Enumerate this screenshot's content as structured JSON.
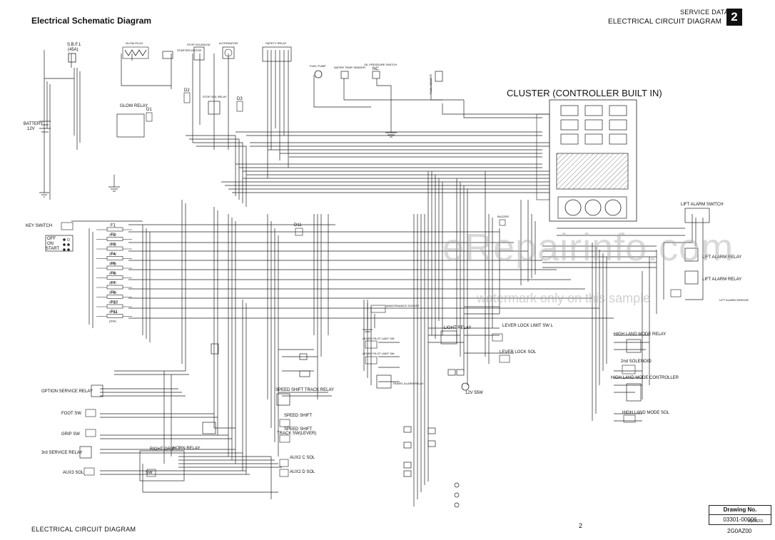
{
  "header": {
    "title": "Electrical Schematic Diagram",
    "service_data": "SERVICE DATA",
    "circuit_diagram": "ELECTRICAL CIRCUIT DIAGRAM",
    "section": "2"
  },
  "footer": {
    "left": "ELECTRICAL CIRCUIT DIAGRAM",
    "page": "2",
    "drawing_label": "Drawing No.",
    "drawing_no": "03301-00006",
    "sub_code": "3Q0AZ01",
    "code": "2G0AZ00"
  },
  "watermark": {
    "main": "eRepairinfo.com",
    "sub": "watermark only on this sample"
  },
  "cluster": {
    "title": "CLUSTER (CONTROLLER BUILT IN)"
  },
  "labels": {
    "sbf": "S.B.F.1",
    "sbf_amp": "(45A)",
    "glow_plug": "GLOW PLUG",
    "starter_motor": "STARTER MOTOR",
    "stop_solenoid": "STOP SOLENOID",
    "alternator": "ALTERNATOR",
    "safety_relay": "SAFETY RELAY",
    "fuel_pump": "FUEL PUMP",
    "water_temp": "WATER TEMP SENDER",
    "oil_pressure": "OIL PRESSURE SWITCH",
    "nc": "NC",
    "fuel_sender": "FUEL SENDER",
    "glow_relay": "GLOW RELAY",
    "stop_sol_relay": "STOP SOL RELAY",
    "d1": "D1",
    "d2": "D2",
    "d3": "D3",
    "d11": "D11",
    "battery": "BATTERY",
    "battery_v": "12V",
    "key_switch": "KEY SWITCH",
    "key_off": "OFF",
    "key_on": "ON",
    "key_start": "START",
    "lift_alarm_switch": "LIFT ALARM SWITCH",
    "lift_alarm_relay_1": "LIFT ALARM RELAY",
    "lift_alarm_relay_2": "LIFT ALARM RELAY",
    "lift_alarm_sensor": "LIFT ALARM SENSOR",
    "buzzer": "BUZZER",
    "maintenance_socket": "MAINTENANCE SOCKET",
    "light_relay": "LIGHT RELAY",
    "lever_lock_limit": "LEVER LOCK LIMIT SW L",
    "lever_lock_sol": "LEVER LOCK SOL",
    "lever_limit_sw1": "LEVER PILOT LIMIT SW",
    "lever_limit_sw2": "LEVER PILOT LIMIT SW",
    "travel_alarm_relay": "TRAVEL ALARM RELAY",
    "boom_light": "12V 55W",
    "high_land_relay": "HIGH LAND MODE  RELAY",
    "second_solenoid": "2nd SOLENOID",
    "high_land_controller": "HIGH LAND MODE CONTROLLER",
    "high_land_sol": "HIGH LAND MODE SOL",
    "option_service_relay": "OPTION SERVICE RELAY",
    "foot_sw": "FOOT SW",
    "grip_sw": "GRIP SW",
    "third_service_relay": "3rd SERVICE RELAY",
    "aux3_sol": "AUX3 SOL",
    "speed_shift_track_relay": "SPEED SHIFT TRACK RELAY",
    "speed_shift_sol": "SPEED SHIFT",
    "speed_shift_track_sw": "SPEED SHIFT",
    "speed_shift_track_sw2": "TRACK SW(LEVER)",
    "horn_relay": "HORN  RELAY",
    "right_grip": "RIGHT GRIP",
    "aux2_c_sol": "AUX2 C SOL",
    "aux2_d_sol": "AUX2 D SOL",
    "sw": "SW"
  },
  "fuses": [
    {
      "name": "F1",
      "amp": "(10A)"
    },
    {
      "name": "F2",
      "amp": "(10A)"
    },
    {
      "name": "F3",
      "amp": "(10A)"
    },
    {
      "name": "F4",
      "amp": "(15A)"
    },
    {
      "name": "F5",
      "amp": "(10A)"
    },
    {
      "name": "F6",
      "amp": "(10A)"
    },
    {
      "name": "F7",
      "amp": "(10A)"
    },
    {
      "name": "F8",
      "amp": "(10A)"
    },
    {
      "name": "F10",
      "amp": "(10A)"
    },
    {
      "name": "F11",
      "amp": "(20A)"
    }
  ]
}
